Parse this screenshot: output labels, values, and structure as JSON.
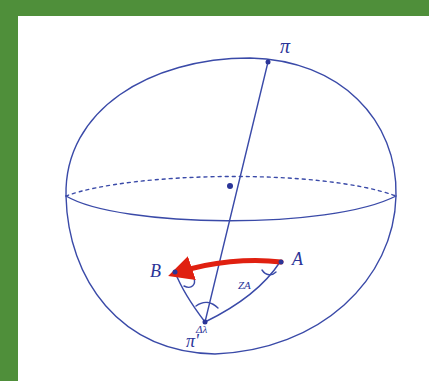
{
  "diagram": {
    "labels": [
      "π",
      "B",
      "A",
      "Δλ",
      "ZA",
      "π'"
    ]
  }
}
